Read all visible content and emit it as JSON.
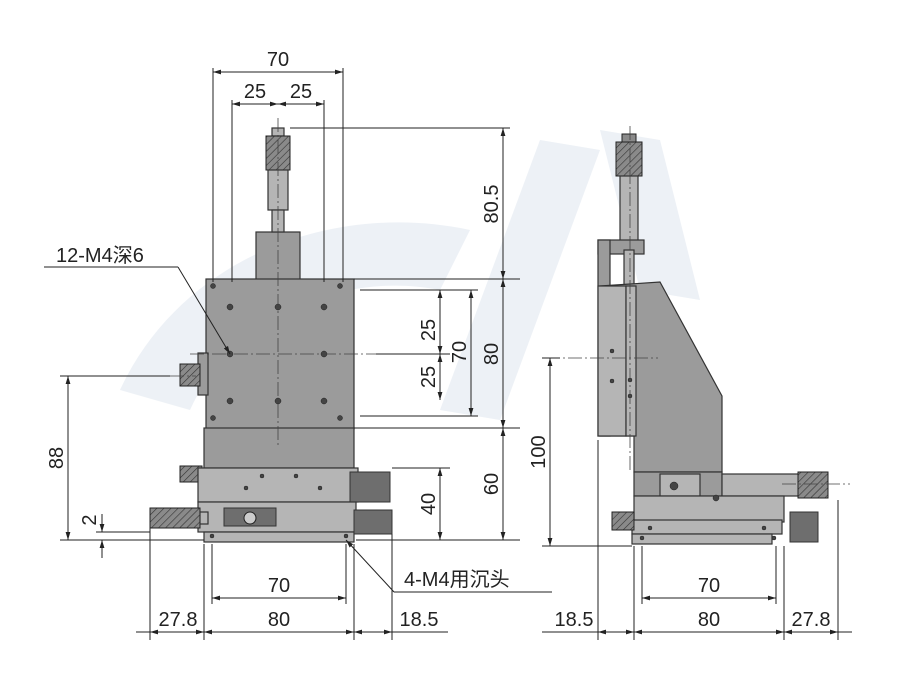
{
  "front_view": {
    "top": {
      "width": "70",
      "half_left": "25",
      "half_right": "25"
    },
    "right": {
      "height_micrometer": "80.5",
      "pitch_upper": "25",
      "pitch_lower": "25",
      "pitch_total": "70",
      "table_height": "80",
      "lower_height": "60",
      "base_height": "40"
    },
    "left": {
      "height": "88",
      "offset": "2"
    },
    "bottom": {
      "hole_pitch": "70",
      "width": "80",
      "left_overhang": "27.8",
      "right_overhang": "18.5"
    },
    "callouts": {
      "top_holes": "12-M4深6",
      "base_holes": "4-M4用沉头"
    }
  },
  "side_view": {
    "height": "100",
    "bottom": {
      "hole_pitch": "70",
      "width": "80",
      "left_overhang": "18.5",
      "right_overhang": "27.8"
    }
  }
}
